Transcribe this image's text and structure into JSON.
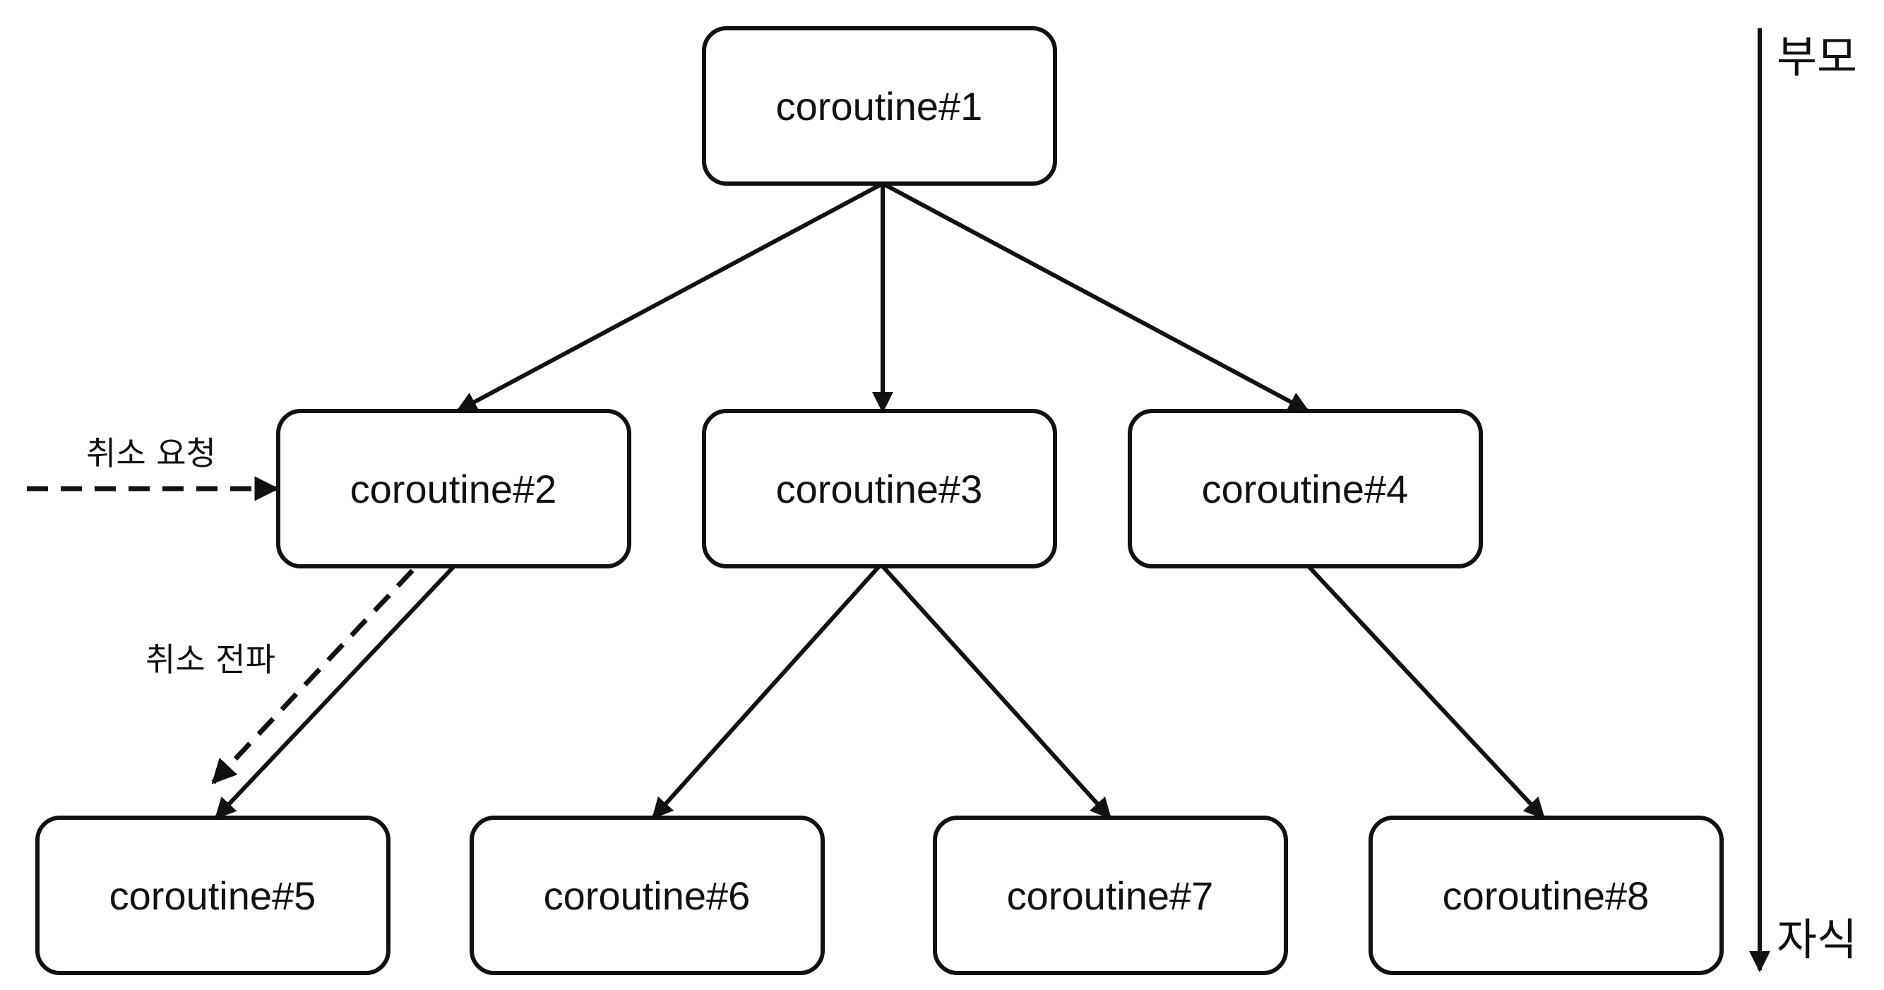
{
  "nodes": [
    {
      "id": "c1",
      "label": "coroutine#1"
    },
    {
      "id": "c2",
      "label": "coroutine#2"
    },
    {
      "id": "c3",
      "label": "coroutine#3"
    },
    {
      "id": "c4",
      "label": "coroutine#4"
    },
    {
      "id": "c5",
      "label": "coroutine#5"
    },
    {
      "id": "c6",
      "label": "coroutine#6"
    },
    {
      "id": "c7",
      "label": "coroutine#7"
    },
    {
      "id": "c8",
      "label": "coroutine#8"
    }
  ],
  "edges": [
    {
      "from": "c1",
      "to": "c2"
    },
    {
      "from": "c1",
      "to": "c3"
    },
    {
      "from": "c1",
      "to": "c4"
    },
    {
      "from": "c2",
      "to": "c5"
    },
    {
      "from": "c3",
      "to": "c6"
    },
    {
      "from": "c3",
      "to": "c7"
    },
    {
      "from": "c4",
      "to": "c8"
    }
  ],
  "annotations": {
    "cancel_request": "취소 요청",
    "cancel_propagation": "취소 전파"
  },
  "axis": {
    "top_label": "부모",
    "bottom_label": "자식"
  },
  "colors": {
    "stroke": "#111111",
    "node_fill": "#ffffff",
    "background": "#ffffff"
  }
}
